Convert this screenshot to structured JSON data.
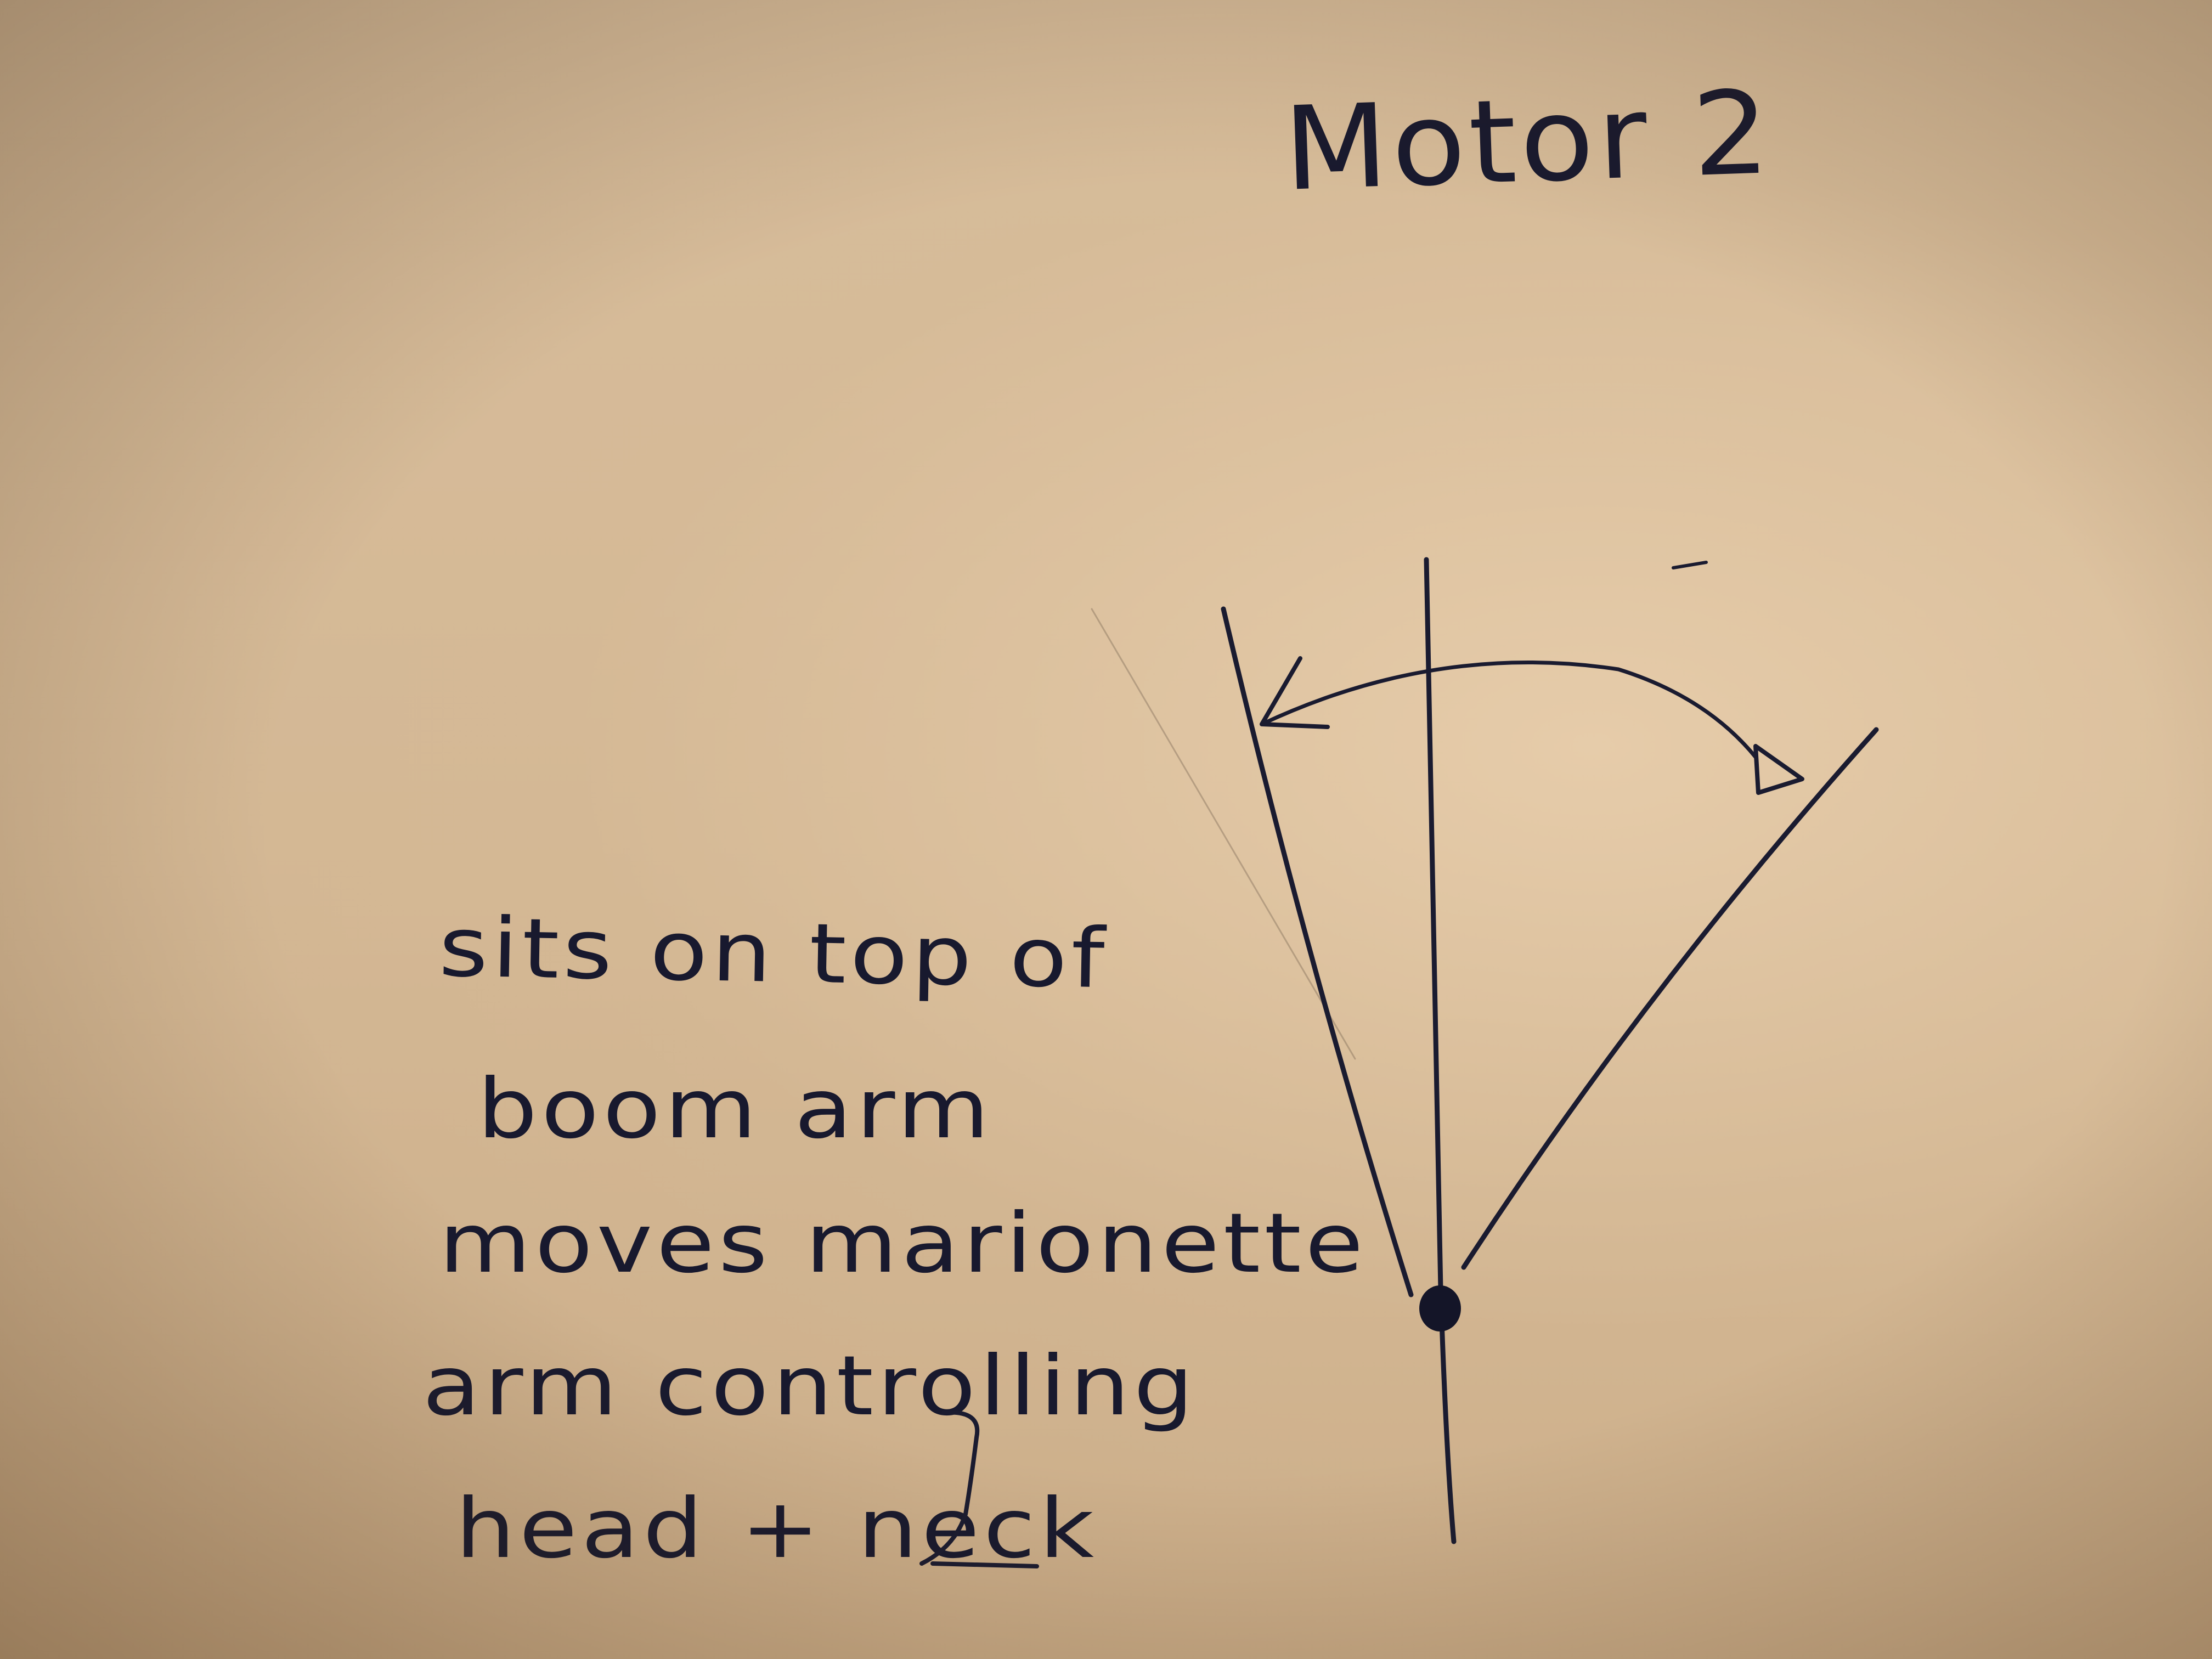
{
  "title": "Motor 2",
  "notes": [
    "sits on top of",
    "boom arm",
    "moves marionette",
    "arm controlling",
    "head + neck"
  ],
  "colors": {
    "paper": "#d4b896",
    "ink": "#18192e"
  }
}
